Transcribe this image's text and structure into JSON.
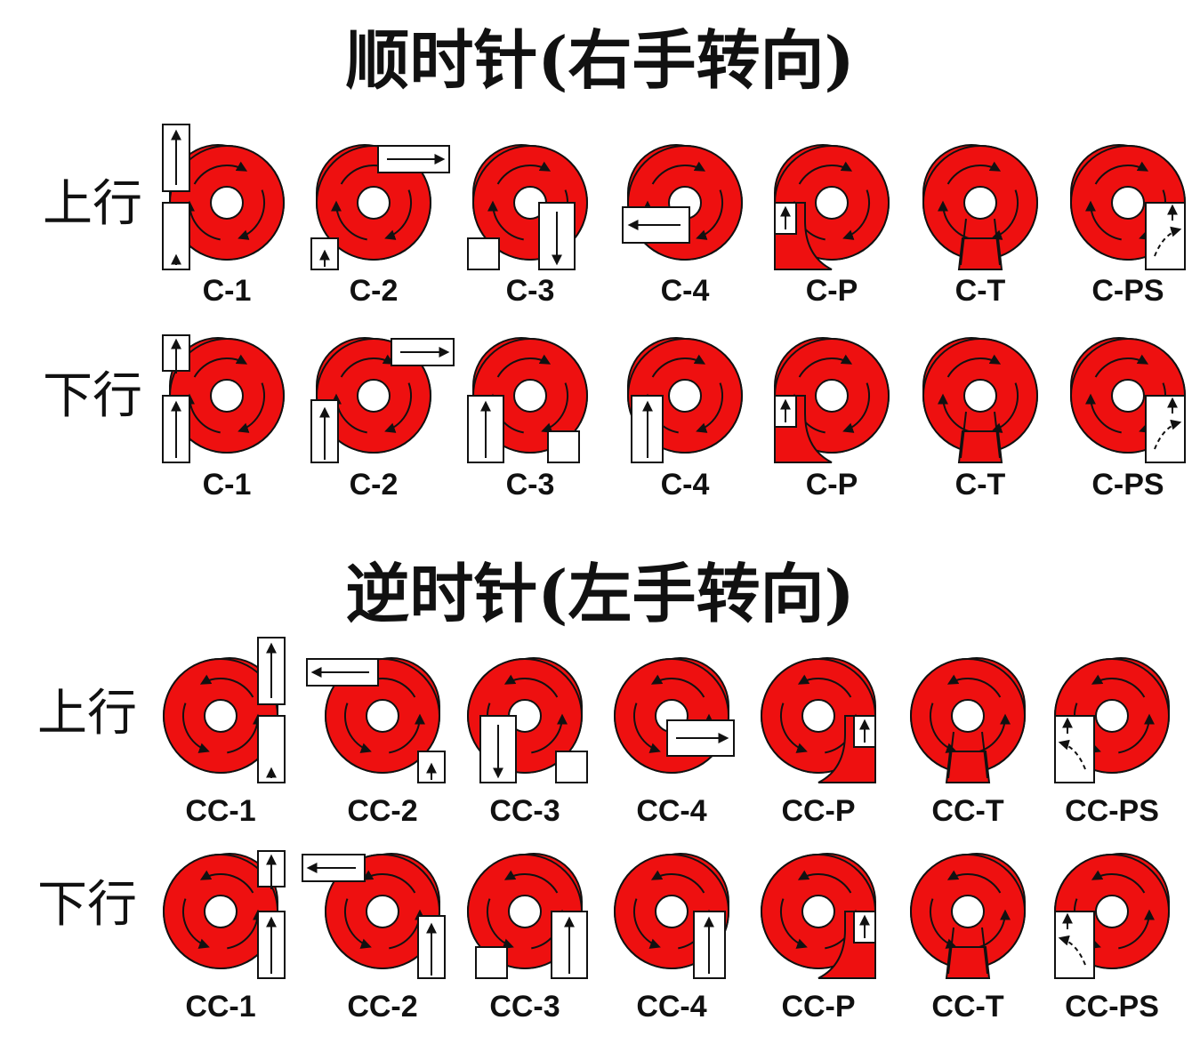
{
  "titles": {
    "clockwise": "顺时针(右手转向)",
    "counterclockwise": "逆时针(左手转向)"
  },
  "row_labels": {
    "up": "上行",
    "down": "下行"
  },
  "colors": {
    "volute": "#ee1010",
    "outline": "#111111",
    "duct": "#ffffff"
  },
  "groups": [
    {
      "rotation": "clockwise",
      "rows": [
        {
          "direction": "up",
          "labels": [
            "C-1",
            "C-2",
            "C-3",
            "C-4",
            "C-P",
            "C-T",
            "C-PS"
          ]
        },
        {
          "direction": "down",
          "labels": [
            "C-1",
            "C-2",
            "C-3",
            "C-4",
            "C-P",
            "C-T",
            "C-PS"
          ]
        }
      ]
    },
    {
      "rotation": "counterclockwise",
      "rows": [
        {
          "direction": "up",
          "labels": [
            "CC-1",
            "CC-2",
            "CC-3",
            "CC-4",
            "CC-P",
            "CC-T",
            "CC-PS"
          ]
        },
        {
          "direction": "down",
          "labels": [
            "CC-1",
            "CC-2",
            "CC-3",
            "CC-4",
            "CC-P",
            "CC-T",
            "CC-PS"
          ]
        }
      ]
    }
  ]
}
